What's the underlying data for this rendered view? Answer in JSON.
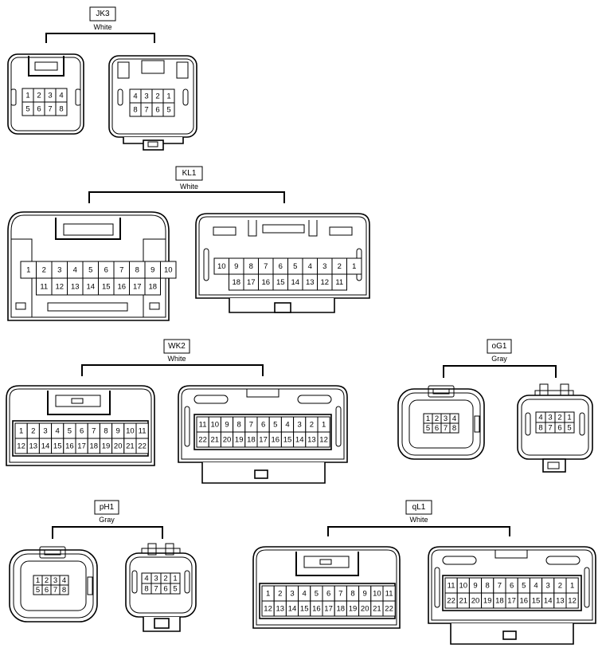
{
  "connectors": [
    {
      "id": "JK3",
      "color": "White",
      "views": [
        {
          "pins": [
            [
              "1",
              "2",
              "3",
              "4"
            ],
            [
              "5",
              "6",
              "7",
              "8"
            ]
          ]
        },
        {
          "pins": [
            [
              "4",
              "3",
              "2",
              "1"
            ],
            [
              "8",
              "7",
              "6",
              "5"
            ]
          ]
        }
      ]
    },
    {
      "id": "KL1",
      "color": "White",
      "views": [
        {
          "pins": [
            [
              "1",
              "2",
              "3",
              "4",
              "5",
              "6",
              "7",
              "8",
              "9",
              "10"
            ],
            [
              "11",
              "12",
              "13",
              "14",
              "15",
              "16",
              "17",
              "18"
            ]
          ]
        },
        {
          "pins": [
            [
              "10",
              "9",
              "8",
              "7",
              "6",
              "5",
              "4",
              "3",
              "2",
              "1"
            ],
            [
              "18",
              "17",
              "16",
              "15",
              "14",
              "13",
              "12",
              "11"
            ]
          ]
        }
      ]
    },
    {
      "id": "WK2",
      "color": "White",
      "views": [
        {
          "pins": [
            [
              "1",
              "2",
              "3",
              "4",
              "5",
              "6",
              "7",
              "8",
              "9",
              "10",
              "11"
            ],
            [
              "12",
              "13",
              "14",
              "15",
              "16",
              "17",
              "18",
              "19",
              "20",
              "21",
              "22"
            ]
          ]
        },
        {
          "pins": [
            [
              "11",
              "10",
              "9",
              "8",
              "7",
              "6",
              "5",
              "4",
              "3",
              "2",
              "1"
            ],
            [
              "22",
              "21",
              "20",
              "19",
              "18",
              "17",
              "16",
              "15",
              "14",
              "13",
              "12"
            ]
          ]
        }
      ]
    },
    {
      "id": "oG1",
      "color": "Gray",
      "views": [
        {
          "pins": [
            [
              "1",
              "2",
              "3",
              "4"
            ],
            [
              "5",
              "6",
              "7",
              "8"
            ]
          ]
        },
        {
          "pins": [
            [
              "4",
              "3",
              "2",
              "1"
            ],
            [
              "8",
              "7",
              "6",
              "5"
            ]
          ]
        }
      ]
    },
    {
      "id": "pH1",
      "color": "Gray",
      "views": [
        {
          "pins": [
            [
              "1",
              "2",
              "3",
              "4"
            ],
            [
              "5",
              "6",
              "7",
              "8"
            ]
          ]
        },
        {
          "pins": [
            [
              "4",
              "3",
              "2",
              "1"
            ],
            [
              "8",
              "7",
              "6",
              "5"
            ]
          ]
        }
      ]
    },
    {
      "id": "qL1",
      "color": "White",
      "views": [
        {
          "pins": [
            [
              "1",
              "2",
              "3",
              "4",
              "5",
              "6",
              "7",
              "8",
              "9",
              "10",
              "11"
            ],
            [
              "12",
              "13",
              "14",
              "15",
              "16",
              "17",
              "18",
              "19",
              "20",
              "21",
              "22"
            ]
          ]
        },
        {
          "pins": [
            [
              "11",
              "10",
              "9",
              "8",
              "7",
              "6",
              "5",
              "4",
              "3",
              "2",
              "1"
            ],
            [
              "22",
              "21",
              "20",
              "19",
              "18",
              "17",
              "16",
              "15",
              "14",
              "13",
              "12"
            ]
          ]
        }
      ]
    }
  ]
}
